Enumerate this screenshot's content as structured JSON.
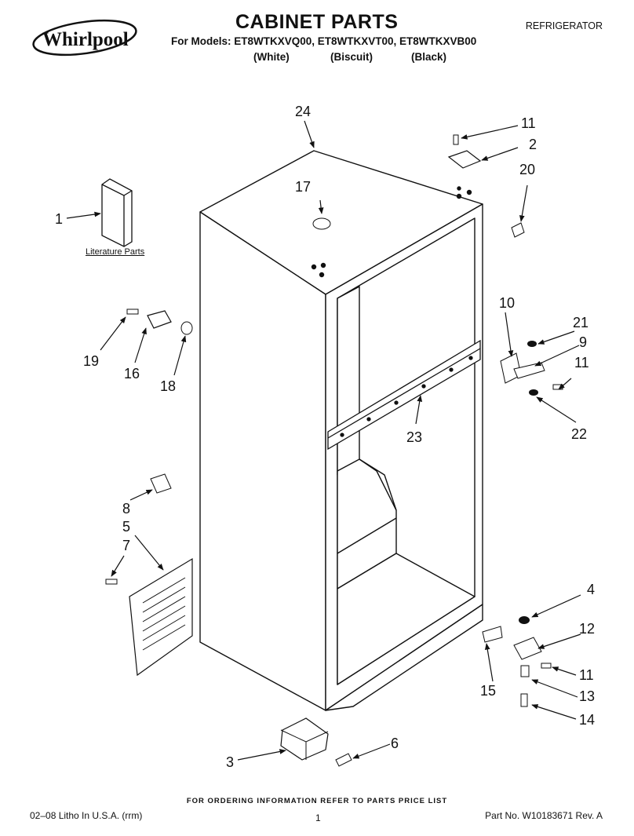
{
  "header": {
    "brand": "Whirlpool",
    "title": "CABINET PARTS",
    "models_line": "For Models: ET8WTKXVQ00, ET8WTKXVT00, ET8WTKXVB00",
    "colors": [
      "(White)",
      "(Biscuit)",
      "(Black)"
    ],
    "category": "REFRIGERATOR"
  },
  "diagram": {
    "literature_label": "Literature Parts",
    "callouts": {
      "c1": "1",
      "c2": "2",
      "c3": "3",
      "c4": "4",
      "c5": "5",
      "c6": "6",
      "c7": "7",
      "c8": "8",
      "c9": "9",
      "c10": "10",
      "c11a": "11",
      "c11b": "11",
      "c11c": "11",
      "c12": "12",
      "c13": "13",
      "c14": "14",
      "c15": "15",
      "c16": "16",
      "c17": "17",
      "c18": "18",
      "c19": "19",
      "c20": "20",
      "c21": "21",
      "c22": "22",
      "c23": "23",
      "c24": "24"
    }
  },
  "footer": {
    "ordering_note": "FOR ORDERING INFORMATION REFER TO PARTS PRICE LIST",
    "litho": "02–08 Litho In U.S.A. (rrm)",
    "page_number": "1",
    "part_number": "Part No. W10183671 Rev. A"
  }
}
